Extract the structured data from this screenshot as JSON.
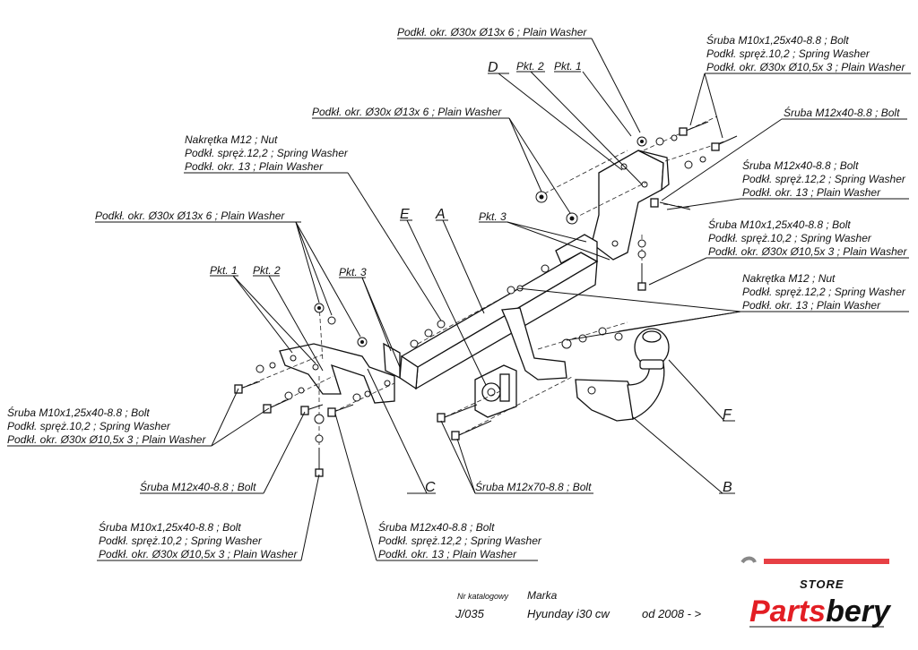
{
  "callouts": {
    "washer_top": "Podkł. okr. Ø30x Ø13x 6 ; Plain Washer",
    "bolt_top_right": [
      "Śruba M10x1,25x40-8.8 ;  Bolt",
      "Podkł. spręż.10,2 ; Spring Washer",
      "Podkł. okr.  Ø30x Ø10,5x 3 ; Plain Washer"
    ],
    "washer_mid": "Podkł. okr.  Ø30x Ø13x 6 ; Plain Washer",
    "bolt_m12_right": "Śruba M12x40-8.8 ;  Bolt",
    "nut_left": [
      "Nakrętka  M12 ; Nut",
      "Podkł. spręż.12,2 ; Spring Washer",
      "Podkł. okr. 13 ; Plain Washer"
    ],
    "bolt_m12_right2": [
      "Śruba M12x40-8.8 ;  Bolt",
      "Podkł. spręż.12,2 ; Spring Washer",
      "Podkł. okr. 13 ; Plain Washer"
    ],
    "washer_left": "Podkł. okr.  Ø30x Ø13x 6 ; Plain Washer",
    "bolt_right3": [
      "Śruba M10x1,25x40-8.8 ;  Bolt",
      "Podkł. spręż.10,2 ; Spring Washer",
      "Podkł. okr.  Ø30x Ø10,5x 3 ; Plain Washer"
    ],
    "nut_right": [
      "Nakrętka  M12 ; Nut",
      "Podkł. spręż.12,2 ; Spring Washer",
      "Podkł. okr. 13 ; Plain Washer"
    ],
    "bolt_left": [
      "Śruba M10x1,25x40-8.8 ;  Bolt",
      "Podkł. spręż.10,2 ; Spring Washer",
      "Podkł. okr.  Ø30x Ø10,5x 3 ; Plain Washer"
    ],
    "bolt_m12_bottom": "Śruba M12x40-8.8 ;  Bolt",
    "bolt_m12x70": "Śruba M12x70-8.8 ;  Bolt",
    "bolt_bottom_left": [
      "Śruba M10x1,25x40-8.8 ;  Bolt",
      "Podkł. spręż.10,2 ; Spring Washer",
      "Podkł. okr.  Ø30x Ø10,5x 3 ; Plain Washer"
    ],
    "bolt_bottom_mid": [
      "Śruba M12x40-8.8 ;  Bolt",
      "Podkł. spręż.12,2 ; Spring Washer",
      "Podkł. okr. 13 ; Plain Washer"
    ]
  },
  "points": {
    "pkt1_top": "Pkt. 1",
    "pkt2_top": "Pkt. 2",
    "pkt3_top": "Pkt. 3",
    "pkt1_left": "Pkt. 1",
    "pkt2_left": "Pkt. 2",
    "pkt3_left": "Pkt. 3"
  },
  "letters": {
    "A": "A",
    "B": "B",
    "C": "C",
    "D": "D",
    "E": "E",
    "F": "F"
  },
  "footer": {
    "catalog_label": "Nr katalogowy",
    "brand_label": "Marka",
    "catalog_number": "J/035",
    "model": "Hyunday i30 cw",
    "date_range": "od 2008 - >"
  },
  "branding": {
    "store": "STORE",
    "name_part1": "Parts",
    "name_part2": "bery",
    "accent_color": "#e31e24",
    "dark_color": "#111111"
  }
}
